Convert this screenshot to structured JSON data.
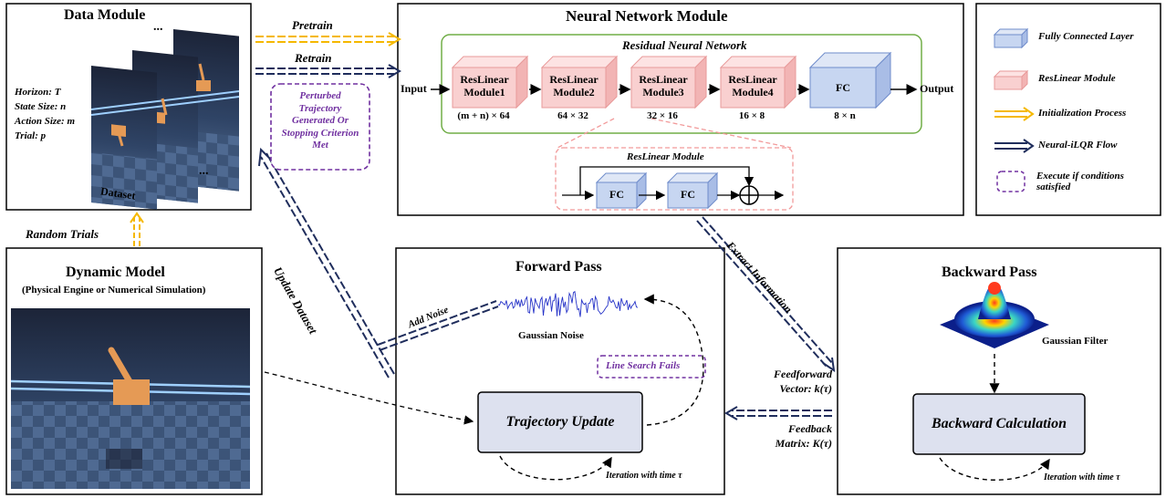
{
  "data_module": {
    "title": "Data Module",
    "horizon": "Horizon: T",
    "state_size": "State Size: n",
    "action_size": "Action Size: m",
    "trial": "Trial: p",
    "dataset": "Dataset",
    "dots": "..."
  },
  "nn_module": {
    "title": "Neural Network Module",
    "residual_title": "Residual Neural Network",
    "input": "Input",
    "output": "Output",
    "blocks": [
      {
        "label": "ResLinear\nModule1",
        "dim": "(m + n) × 64"
      },
      {
        "label": "ResLinear\nModule2",
        "dim": "64 × 32"
      },
      {
        "label": "ResLinear\nModule3",
        "dim": "32 × 16"
      },
      {
        "label": "ResLinear\nModule4",
        "dim": "16 × 8"
      }
    ],
    "fc": {
      "label": "FC",
      "dim": "8 × n"
    },
    "reslinear_detail": {
      "title": "ResLinear Module",
      "fc1": "FC",
      "fc2": "FC"
    }
  },
  "legend": {
    "items": [
      {
        "label": "Fully Connected Layer",
        "kind": "fc-cube"
      },
      {
        "label": "ResLinear Module",
        "kind": "res-cube"
      },
      {
        "label": "Initialization Process",
        "kind": "yellow-arrow"
      },
      {
        "label": "Neural-iLQR Flow",
        "kind": "navy-arrow"
      },
      {
        "label": "Execute if conditions\nsatisfied",
        "kind": "purple-box"
      }
    ]
  },
  "arrows": {
    "pretrain": "Pretrain",
    "retrain": "Retrain",
    "random_trials": "Random Trials",
    "update_dataset": "Update Dataset",
    "extract_information": "Extract Information",
    "add_noise": "Add Noise"
  },
  "condition_box": "Perturbed\nTrajectory\nGenerated Or\nStopping Criterion\nMet",
  "dynamic_model": {
    "title": "Dynamic Model",
    "subtitle": "(Physical Engine or Numerical Simulation)"
  },
  "forward_pass": {
    "title": "Forward Pass",
    "noise_caption": "Gaussian Noise",
    "line_search": "Line Search Fails",
    "trajectory_update": "Trajectory Update",
    "iteration": "Iteration with time τ"
  },
  "backward_pass": {
    "title": "Backward Pass",
    "filter_caption": "Gaussian Filter",
    "calc": "Backward Calculation",
    "iteration": "Iteration with time τ"
  },
  "feedforward": "Feedforward\nVector: k(τ)",
  "feedback": "Feedback\nMatrix: K(τ)",
  "colors": {
    "navy": "#1f2d5c",
    "yellow": "#f5b800",
    "purple": "#7030a0",
    "res_fill": "#f9d0d0",
    "res_edge": "#e89a9a",
    "fc_fill": "#c7d6f1",
    "fc_edge": "#6f8ccb",
    "green": "#70ad47",
    "calc_fill": "#dde1ef"
  }
}
